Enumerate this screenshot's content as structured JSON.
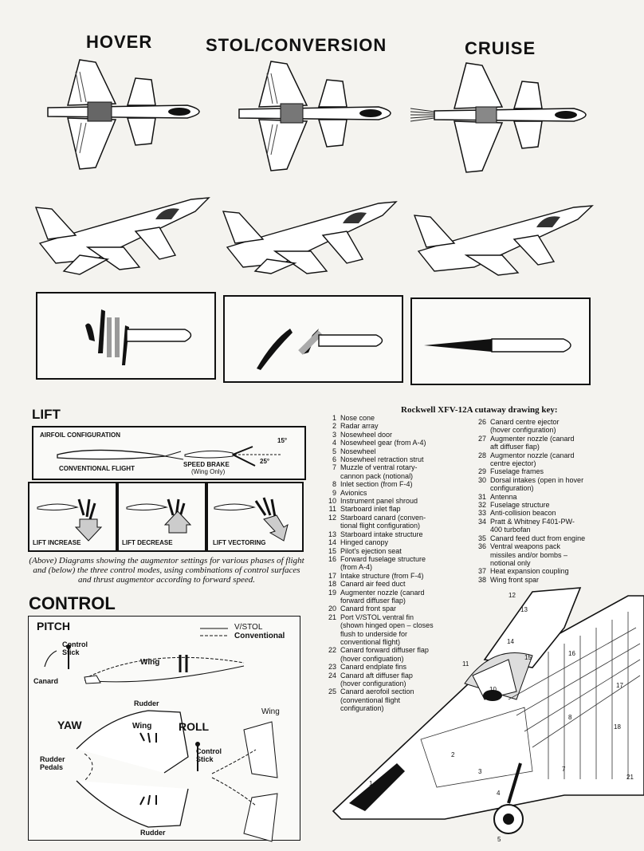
{
  "modes": {
    "hover": "HOVER",
    "stol": "STOL/CONVERSION",
    "cruise": "CRUISE"
  },
  "lift": {
    "heading": "LIFT",
    "airfoil_config": "AIRFOIL CONFIGURATION",
    "conventional_flight": "CONVENTIONAL FLIGHT",
    "speed_brake": "SPEED BRAKE",
    "wing_only": "(Wing Only)",
    "angle_15": "15°",
    "angle_25": "25°",
    "lift_increase": "LIFT INCREASE",
    "lift_decrease": "LIFT DECREASE",
    "lift_vectoring": "LIFT VECTORING"
  },
  "caption": "(Above) Diagrams showing the augmentor settings for various phases of flight and (below) the three control modes, using combinations of control surfaces and thrust augmentor according to forward speed.",
  "control": {
    "heading": "CONTROL",
    "pitch": "PITCH",
    "vstol": "V/STOL",
    "conventional": "Conventional",
    "control_stick": "Control\nStick",
    "wing": "Wing",
    "canard": "Canard",
    "yaw": "YAW",
    "rudder": "Rudder",
    "rudder_pedals": "Rudder\nPedals",
    "roll": "ROLL"
  },
  "key": {
    "title": "Rockwell XFV-12A cutaway drawing key:",
    "col1": [
      {
        "n": "1",
        "t": "Nose cone"
      },
      {
        "n": "2",
        "t": "Radar array"
      },
      {
        "n": "3",
        "t": "Nosewheel door"
      },
      {
        "n": "4",
        "t": "Nosewheel gear (from A-4)"
      },
      {
        "n": "5",
        "t": "Nosewheel"
      },
      {
        "n": "6",
        "t": "Nosewheel retraction strut"
      },
      {
        "n": "7",
        "t": "Muzzle of ventral rotary-\ncannon pack (notional)"
      },
      {
        "n": "8",
        "t": "Inlet section (from F-4)"
      },
      {
        "n": "9",
        "t": "Avionics"
      },
      {
        "n": "10",
        "t": "Instrument panel shroud"
      },
      {
        "n": "11",
        "t": "Starboard inlet flap"
      },
      {
        "n": "12",
        "t": "Starboard canard (conven-\ntional flight configuration)"
      },
      {
        "n": "13",
        "t": "Starboard intake structure"
      },
      {
        "n": "14",
        "t": "Hinged canopy"
      },
      {
        "n": "15",
        "t": "Pilot's ejection seat"
      },
      {
        "n": "16",
        "t": "Forward fuselage structure\n(from A-4)"
      },
      {
        "n": "17",
        "t": "Intake structure (from F-4)"
      },
      {
        "n": "18",
        "t": "Canard air feed duct"
      },
      {
        "n": "19",
        "t": "Augmenter nozzle (canard\nforward diffuser flap)"
      },
      {
        "n": "20",
        "t": "Canard front spar"
      },
      {
        "n": "21",
        "t": "Port V/STOL ventral fin\n(shown hinged open – closes\nflush to underside for\nconventional flight)"
      },
      {
        "n": "22",
        "t": "Canard forward diffuser flap\n(hover configuation)"
      },
      {
        "n": "23",
        "t": "Canard endplate fins"
      },
      {
        "n": "24",
        "t": "Canard aft diffuser flap\n(hover configuration)"
      },
      {
        "n": "25",
        "t": "Canard aerofoil section\n(conventional flight\nconfiguration)"
      }
    ],
    "col2": [
      {
        "n": "26",
        "t": "Canard centre ejector\n(hover configuration)"
      },
      {
        "n": "27",
        "t": "Augmenter nozzle (canard\naft diffuser flap)"
      },
      {
        "n": "28",
        "t": "Augmentor nozzle (canard\ncentre ejector)"
      },
      {
        "n": "29",
        "t": "Fuselage frames"
      },
      {
        "n": "30",
        "t": "Dorsal intakes (open in hover\nconfiguration)"
      },
      {
        "n": "31",
        "t": "Antenna"
      },
      {
        "n": "32",
        "t": "Fuselage structure"
      },
      {
        "n": "33",
        "t": "Anti-collision beacon"
      },
      {
        "n": "34",
        "t": "Pratt & Whitney F401-PW-\n400 turbofan"
      },
      {
        "n": "35",
        "t": "Canard feed duct from engine"
      },
      {
        "n": "36",
        "t": "Ventral weapons pack\nmissiles and/or bombs –\nnotional only"
      },
      {
        "n": "37",
        "t": "Heat expansion coupling"
      },
      {
        "n": "38",
        "t": "Wing front spar"
      }
    ]
  },
  "cutaway_numbers": [
    "1",
    "2",
    "3",
    "4",
    "5",
    "7",
    "8",
    "10",
    "11",
    "12",
    "13",
    "14",
    "15",
    "16",
    "17",
    "18",
    "21"
  ]
}
